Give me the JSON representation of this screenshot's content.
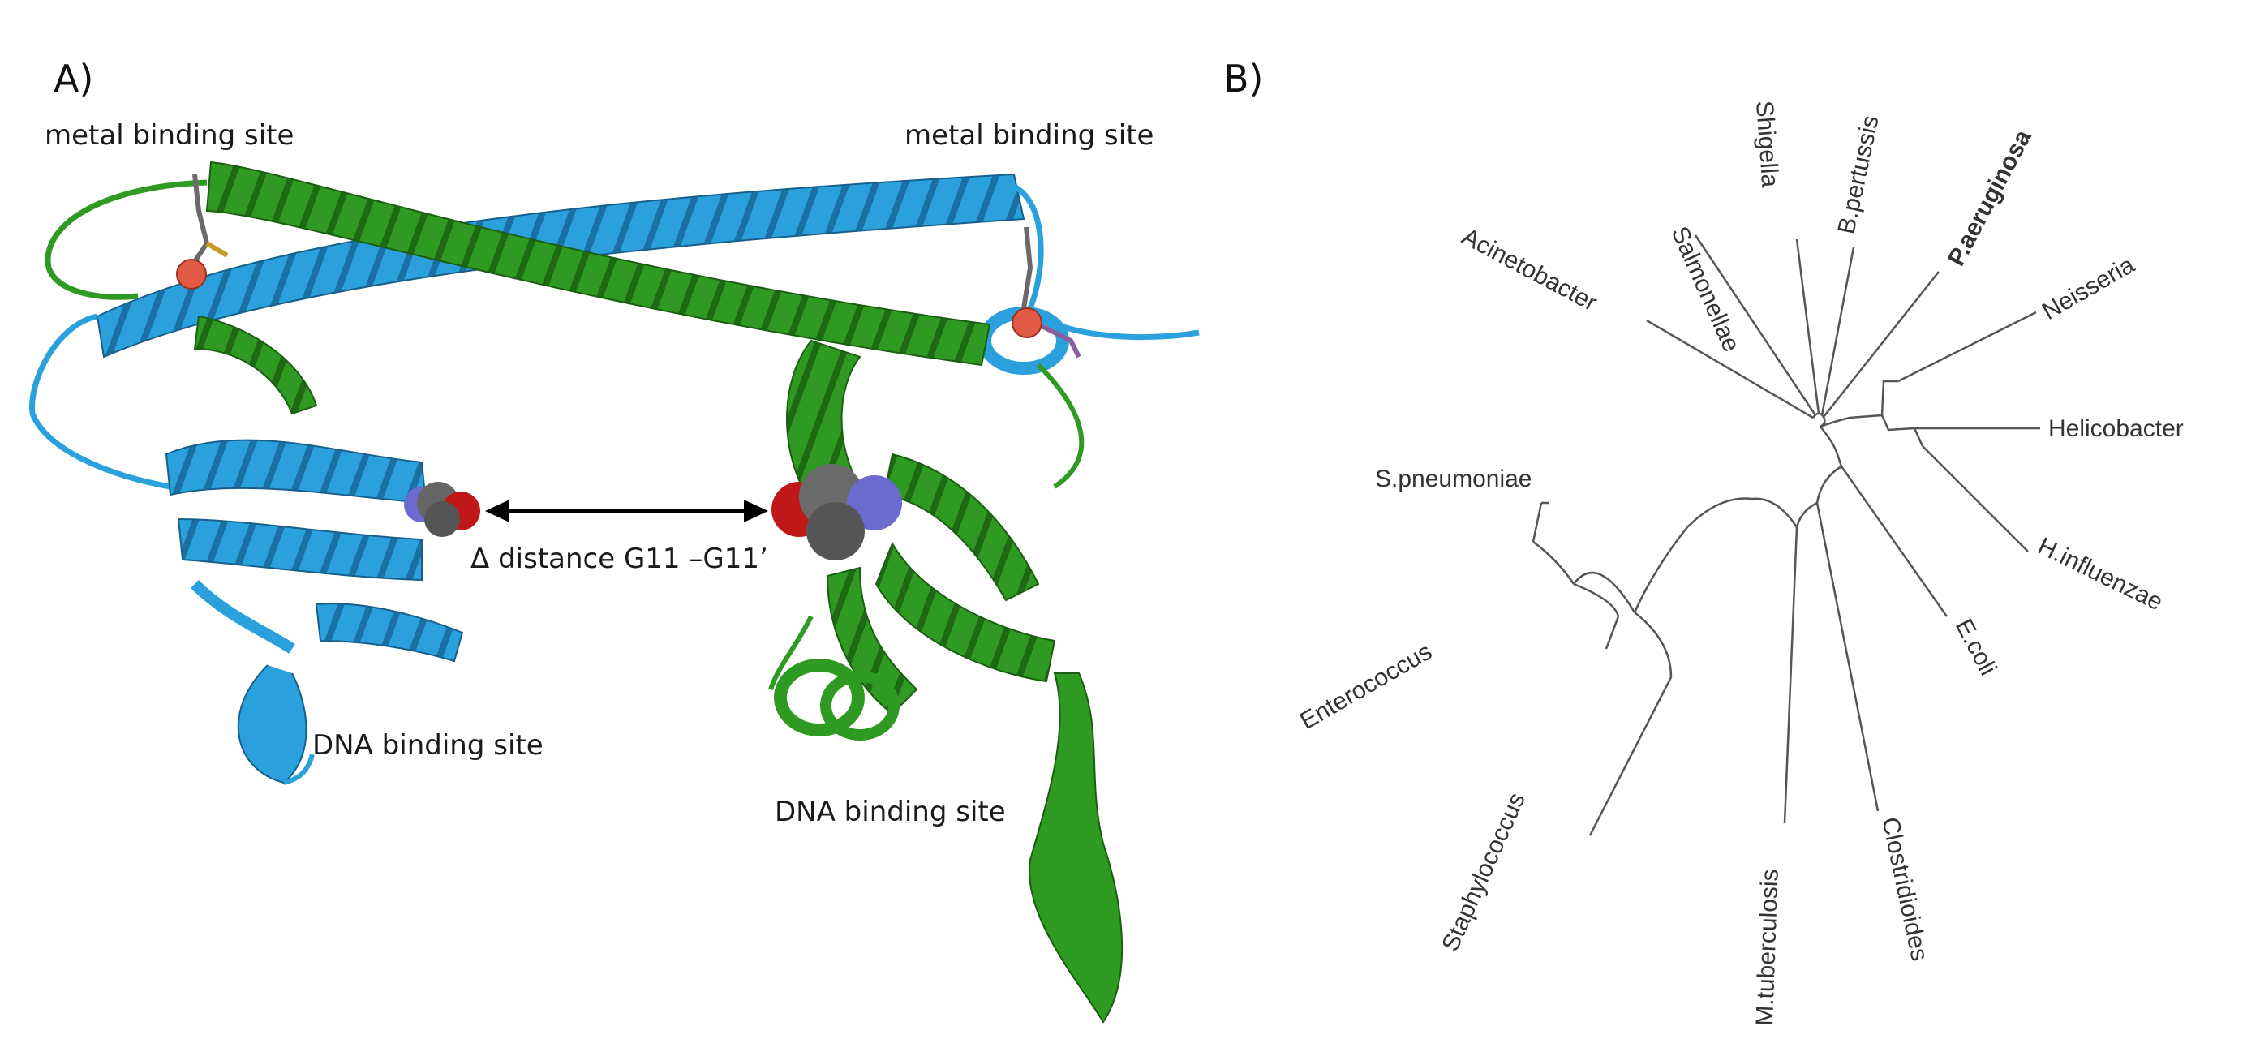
{
  "panel_a": {
    "letter": "A)",
    "labels": {
      "metal_left": "metal binding site",
      "metal_right": "metal binding site",
      "distance": "Δ distance G11 –G11’",
      "dna_left": "DNA binding site",
      "dna_right": "DNA binding site"
    },
    "colors": {
      "chain_a": "#2aa0dc",
      "chain_b": "#2f9a22",
      "metal": "#e05a45",
      "atom_c": "#606060",
      "atom_n": "#6a6acf",
      "atom_o": "#c01818"
    }
  },
  "panel_b": {
    "letter": "B)",
    "taxa": [
      {
        "name": "Salmonellae",
        "bold": false
      },
      {
        "name": "Shigella",
        "bold": false
      },
      {
        "name": "B.pertussis",
        "bold": false
      },
      {
        "name": "P.aeruginosa",
        "bold": true
      },
      {
        "name": "Acinetobacter",
        "bold": false
      },
      {
        "name": "Neisseria",
        "bold": false
      },
      {
        "name": "Helicobacter",
        "bold": false
      },
      {
        "name": "S.pneumoniae",
        "bold": false
      },
      {
        "name": "H.influenzae",
        "bold": false
      },
      {
        "name": "Enterococcus",
        "bold": false
      },
      {
        "name": "E.coli",
        "bold": false
      },
      {
        "name": "Staphylococcus",
        "bold": false
      },
      {
        "name": "M.tuberculosis",
        "bold": false
      },
      {
        "name": "Clostridioides",
        "bold": false
      }
    ]
  }
}
